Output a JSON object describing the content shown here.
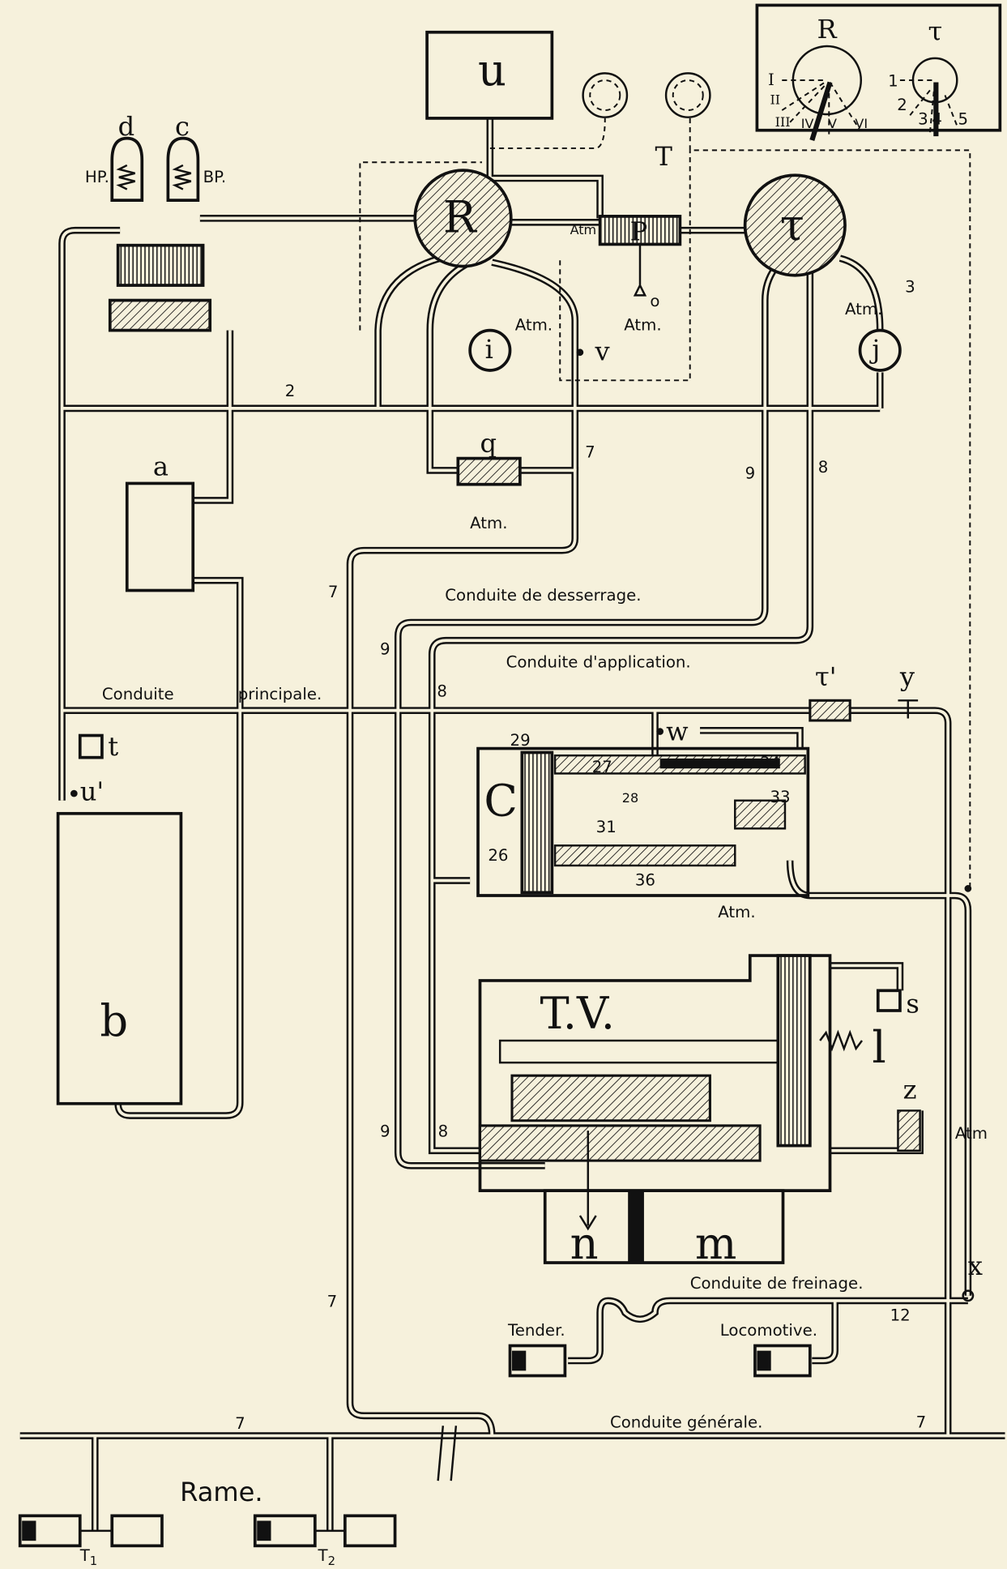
{
  "components": {
    "u": "u",
    "d": "d",
    "c": "c",
    "hp": "HP.",
    "bp": "BP.",
    "T": "T",
    "R": "R",
    "r": "τ",
    "P": "P",
    "o": "o",
    "i": "i",
    "v": "v",
    "j": "j",
    "q": "q",
    "a": "a",
    "b": "b",
    "t": "t",
    "u_prime": "u'",
    "w": "w",
    "r_prime": "τ'",
    "y": "y",
    "C": "C",
    "TV": "T.V.",
    "s": "s",
    "l": "l",
    "z": "z",
    "n": "n",
    "m": "m",
    "x": "x",
    "T1": "T",
    "T1_sub": "1",
    "T2": "T",
    "T2_sub": "2"
  },
  "atm": "Atm.",
  "atm_short": "Atm",
  "pipe_numbers": {
    "two": "2",
    "three": "3",
    "seven": "7",
    "eight": "8",
    "nine": "9",
    "twelve": "12"
  },
  "pipe_labels": {
    "desserrage": "Conduite de desserrage.",
    "application": "Conduite d'application.",
    "principale_1": "Conduite",
    "principale_2": "principale.",
    "freinage": "Conduite de freinage.",
    "generale": "Conduite générale.",
    "tender": "Tender.",
    "locomotive": "Locomotive.",
    "rame": "Rame."
  },
  "chamber_numbers": {
    "n29": "29",
    "n27": "27",
    "n34": "34",
    "n28": "28",
    "n33": "33",
    "n31": "31",
    "n26": "26",
    "n36": "36"
  },
  "inset": {
    "R": "R",
    "r": "τ",
    "R_positions": [
      "I",
      "II",
      "III",
      "IV",
      "V",
      "VI"
    ],
    "r_positions": [
      "1",
      "2",
      "3",
      "4",
      "5"
    ]
  },
  "colors": {
    "paper": "#f6f1dc",
    "ink": "#111111"
  }
}
